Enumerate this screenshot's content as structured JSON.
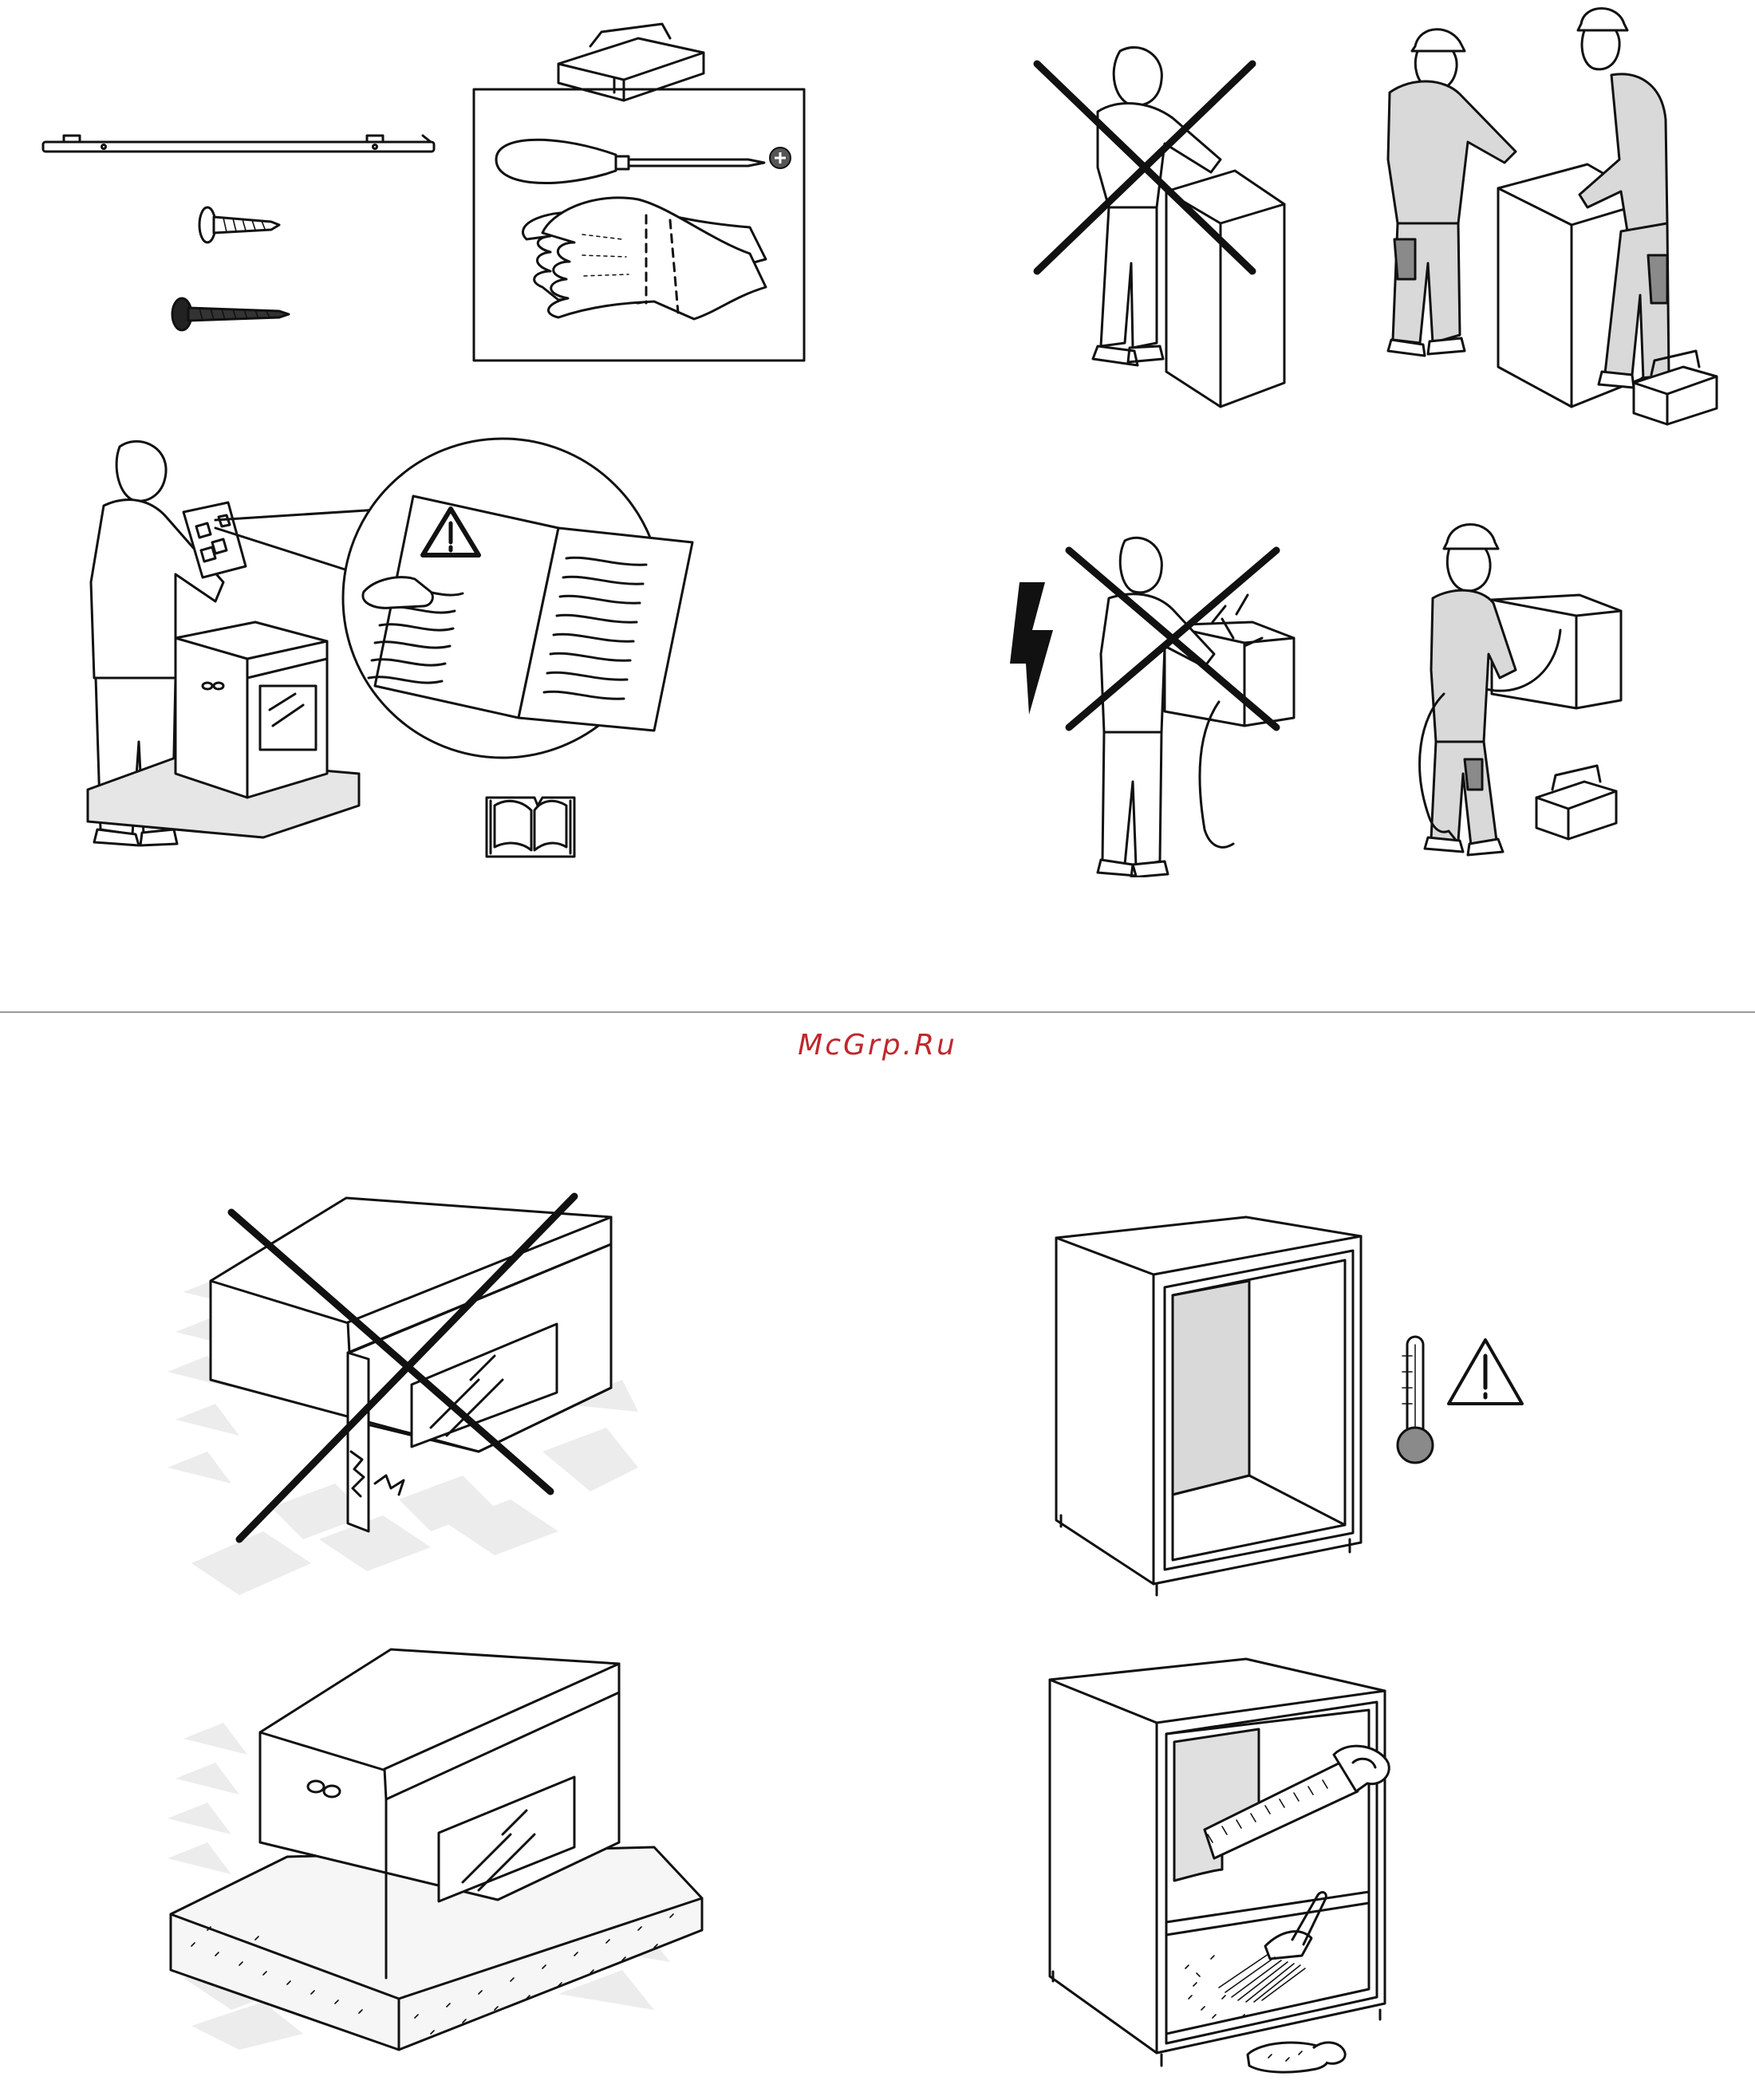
{
  "watermark": {
    "text": "McGrp.Ru",
    "color": "#c0272d"
  },
  "colors": {
    "line": "#111111",
    "shadow": "#ececec",
    "fill_grey": "#d9d9d9",
    "divider": "#9a9a9a"
  },
  "panels": [
    {
      "id": "parts-and-tools",
      "icons": [
        "mounting-rail-icon",
        "screw-small-icon",
        "screw-long-icon",
        "toolbox-icon",
        "screwdriver-icon",
        "phillips-head-icon",
        "gloves-icon"
      ],
      "prohibited": false
    },
    {
      "id": "carry-alone",
      "icons": [
        "person-icon",
        "cabinet-icon"
      ],
      "prohibited": true
    },
    {
      "id": "carry-two-people",
      "icons": [
        "worker-icon",
        "cabinet-icon",
        "toolbox-icon"
      ],
      "prohibited": false
    },
    {
      "id": "read-manual",
      "icons": [
        "person-icon",
        "oven-icon",
        "magnifier-icon",
        "warning-triangle-icon",
        "manual-book-icon"
      ],
      "prohibited": false
    },
    {
      "id": "electrical-unqualified",
      "icons": [
        "lightning-icon",
        "person-icon",
        "electrical-box-icon"
      ],
      "prohibited": true
    },
    {
      "id": "electrical-qualified",
      "icons": [
        "worker-icon",
        "electrical-box-icon",
        "toolbox-icon"
      ],
      "prohibited": false
    },
    {
      "id": "oven-no-packaging",
      "icons": [
        "oven-icon",
        "floor-shadow-icon"
      ],
      "prohibited": true
    },
    {
      "id": "cabinet-heat-warning",
      "icons": [
        "cabinet-icon",
        "thermometer-icon",
        "warning-triangle-icon"
      ],
      "prohibited": false
    },
    {
      "id": "oven-on-packaging",
      "icons": [
        "oven-icon",
        "foam-base-icon"
      ],
      "prohibited": false
    },
    {
      "id": "cabinet-saw-clean",
      "icons": [
        "cabinet-icon",
        "saw-icon",
        "brush-icon",
        "dustpan-icon"
      ],
      "prohibited": false
    }
  ]
}
